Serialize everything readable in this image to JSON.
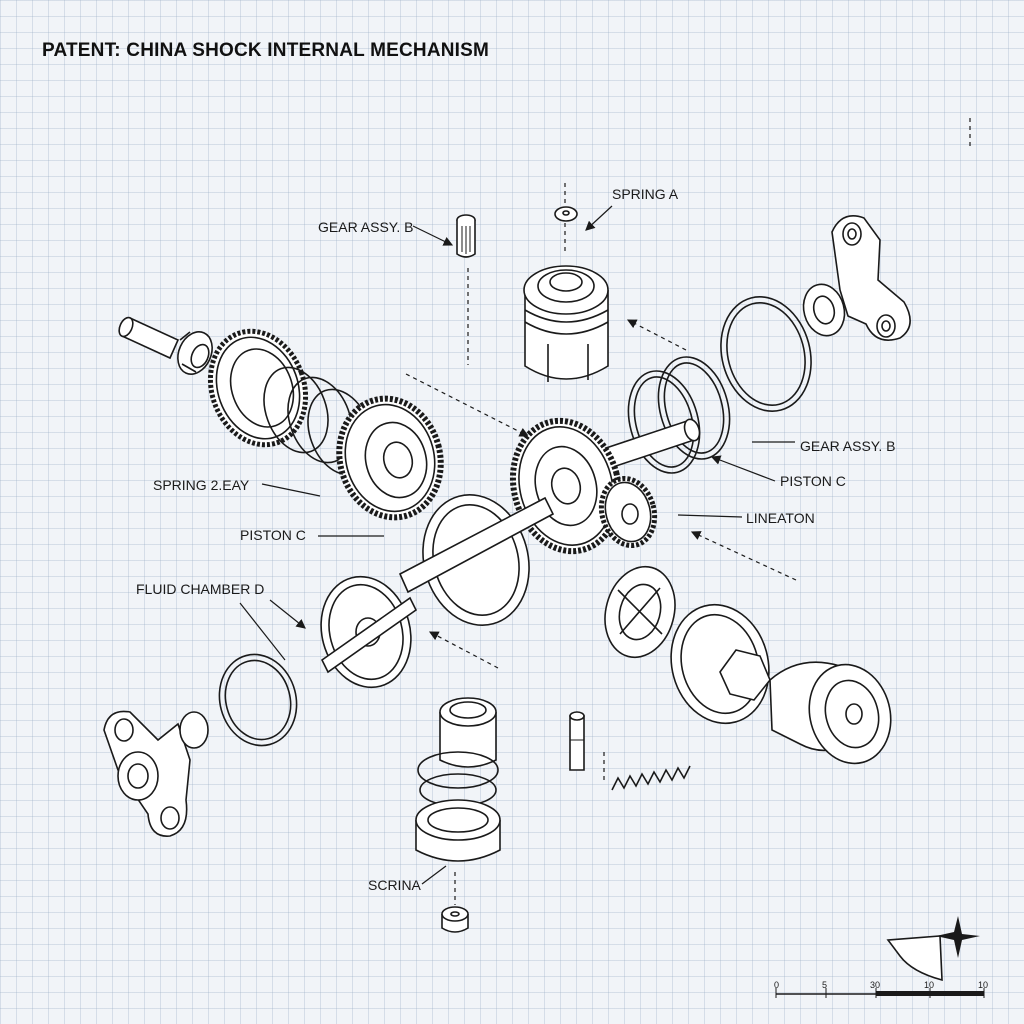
{
  "title": "PATENT: CHINA SHOCK INTERNAL MECHANISM",
  "labels": {
    "gear_assy_b_top": "GEAR ASSY. B",
    "spring_a": "SPRING A",
    "gear_assy_b_right": "GEAR ASSY. B",
    "piston_c_right": "PISTON C",
    "lineaton": "LINEATON",
    "spring_2_eay": "SPRING  2.EAY",
    "piston_c_left": "PISTON C",
    "fluid_chamber_d": "FLUID CHAMBER D",
    "scrina": "SCRINA"
  },
  "scale_bar": {
    "ticks": [
      "0",
      "5",
      "30",
      "10",
      "10"
    ]
  }
}
